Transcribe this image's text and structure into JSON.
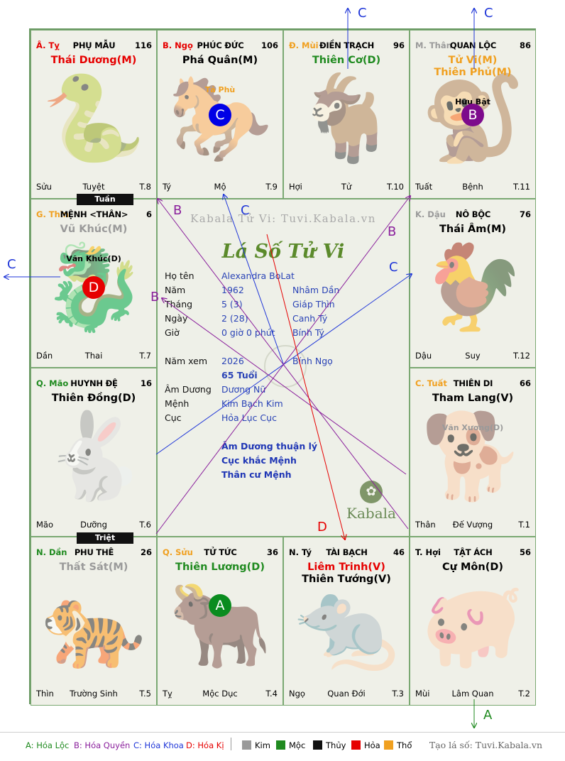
{
  "watermark": "Kabala Tử Vi: Tuvi.Kabala.vn",
  "chart_title": "Lá Số Tử Vi",
  "palaces": [
    {
      "id": "ty",
      "can": "Â. Tỵ",
      "can_color": "#e60000",
      "name": "PHỤ MẪU",
      "num": "116",
      "stars": [
        {
          "text": "Thái Dương(M)",
          "color": "#e60000"
        }
      ],
      "minor": [],
      "foot": [
        "Sửu",
        "Tuyệt",
        "T.8"
      ],
      "animal": "🐍"
    },
    {
      "id": "ngo",
      "can": "B. Ngọ",
      "can_color": "#e60000",
      "name": "PHÚC ĐỨC",
      "num": "106",
      "stars": [
        {
          "text": "Phá Quân(M)",
          "color": "#000000"
        }
      ],
      "minor": [
        {
          "text": "Tả Phù",
          "color": "#f0a020"
        }
      ],
      "circle": {
        "letter": "C",
        "color": "#0000e6"
      },
      "foot": [
        "Tý",
        "Mộ",
        "T.9"
      ],
      "animal": "🐎"
    },
    {
      "id": "mui",
      "can": "Đ. Mùi",
      "can_color": "#f0a020",
      "name": "ĐIỀN TRẠCH",
      "num": "96",
      "stars": [
        {
          "text": "Thiên Cơ(D)",
          "color": "#1f8a1f"
        }
      ],
      "minor": [],
      "foot": [
        "Hợi",
        "Tử",
        "T.10"
      ],
      "animal": "🐐"
    },
    {
      "id": "than",
      "can": "M. Thân",
      "can_color": "#9a9a9a",
      "name": "QUAN LỘC",
      "num": "86",
      "stars": [
        {
          "text": "Tử Vi(M)",
          "color": "#f0a020"
        },
        {
          "text": "Thiên Phủ(M)",
          "color": "#f0a020"
        }
      ],
      "minor": [
        {
          "text": "Hữu Bật",
          "color": "#000000"
        }
      ],
      "circle": {
        "letter": "B",
        "color": "#7d0a8c"
      },
      "foot": [
        "Tuất",
        "Bệnh",
        "T.11"
      ],
      "animal": "🐒"
    },
    {
      "id": "thin",
      "can": "G. Thìn",
      "can_color": "#f0a020",
      "name": "MỆNH <THÂN>",
      "num": "6",
      "stars": [
        {
          "text": "Vũ Khúc(M)",
          "color": "#9a9a9a"
        }
      ],
      "minor": [
        {
          "text": "Văn Khúc(D)",
          "color": "#000000"
        }
      ],
      "circle": {
        "letter": "D",
        "color": "#e60000"
      },
      "foot": [
        "Dần",
        "Thai",
        "T.7"
      ],
      "animal": "🐉"
    },
    {
      "id": "dau",
      "can": "K. Dậu",
      "can_color": "#9a9a9a",
      "name": "NÔ BỘC",
      "num": "76",
      "stars": [
        {
          "text": "Thái Âm(M)",
          "color": "#000000"
        }
      ],
      "minor": [],
      "foot": [
        "Dậu",
        "Suy",
        "T.12"
      ],
      "animal": "🐓"
    },
    {
      "id": "mao",
      "can": "Q. Mão",
      "can_color": "#1f8a1f",
      "name": "HUYNH ĐỆ",
      "num": "16",
      "stars": [
        {
          "text": "Thiên Đồng(D)",
          "color": "#000000"
        }
      ],
      "minor": [],
      "foot": [
        "Mão",
        "Dưỡng",
        "T.6"
      ],
      "animal": "🐇"
    },
    {
      "id": "tuat",
      "can": "C. Tuất",
      "can_color": "#f0a020",
      "name": "THIÊN DI",
      "num": "66",
      "stars": [
        {
          "text": "Tham Lang(V)",
          "color": "#000000"
        }
      ],
      "minor": [
        {
          "text": "Văn Xương(D)",
          "color": "#9a9a9a"
        }
      ],
      "foot": [
        "Thân",
        "Đế Vượng",
        "T.1"
      ],
      "animal": "🐕"
    },
    {
      "id": "dan",
      "can": "N. Dần",
      "can_color": "#1f8a1f",
      "name": "PHU THÊ",
      "num": "26",
      "stars": [
        {
          "text": "Thất Sát(M)",
          "color": "#9a9a9a"
        }
      ],
      "minor": [],
      "foot": [
        "Thìn",
        "Trường Sinh",
        "T.5"
      ],
      "animal": "🐅"
    },
    {
      "id": "suu",
      "can": "Q. Sửu",
      "can_color": "#f0a020",
      "name": "TỬ TỨC",
      "num": "36",
      "stars": [
        {
          "text": "Thiên Lương(D)",
          "color": "#1f8a1f"
        }
      ],
      "minor": [],
      "circle": {
        "letter": "A",
        "color": "#0a8c1f"
      },
      "foot": [
        "Tỵ",
        "Mộc Dục",
        "T.4"
      ],
      "animal": "🐂"
    },
    {
      "id": "ty2",
      "can": "N. Tý",
      "can_color": "#000000",
      "name": "TÀI BẠCH",
      "num": "46",
      "stars": [
        {
          "text": "Liêm Trinh(V)",
          "color": "#e60000"
        },
        {
          "text": "Thiên Tướng(V)",
          "color": "#000000"
        }
      ],
      "minor": [],
      "foot": [
        "Ngọ",
        "Quan Đới",
        "T.3"
      ],
      "animal": "🐀"
    },
    {
      "id": "hoi",
      "can": "T. Hợi",
      "can_color": "#000000",
      "name": "TẬT ÁCH",
      "num": "56",
      "stars": [
        {
          "text": "Cự Môn(D)",
          "color": "#000000"
        }
      ],
      "minor": [],
      "foot": [
        "Mùi",
        "Lâm Quan",
        "T.2"
      ],
      "animal": "🐖"
    }
  ],
  "tags": {
    "tuan": "Tuần",
    "triet": "Triệt"
  },
  "info": [
    {
      "k": "Họ tên",
      "v": "Alexandra BoLat",
      "w": ""
    },
    {
      "k": "Năm",
      "v": "1962",
      "w": "Nhâm Dần"
    },
    {
      "k": "Tháng",
      "v": "5  (3)",
      "w": "Giáp Thìn"
    },
    {
      "k": "Ngày",
      "v": "2  (28)",
      "w": "Canh Tý"
    },
    {
      "k": "Giờ",
      "v": "0 giờ 0 phút",
      "w": "Bính Tý"
    },
    {
      "k": "Năm xem",
      "v": "2026",
      "w": "Bính Ngọ"
    },
    {
      "k": "",
      "v": "65 Tuổi",
      "w": ""
    },
    {
      "k": "Âm Dương",
      "v": "Dương Nữ",
      "w": ""
    },
    {
      "k": "Mệnh",
      "v": "Kim Bạch Kim",
      "w": ""
    },
    {
      "k": "Cục",
      "v": "Hỏa Lục Cục",
      "w": ""
    }
  ],
  "notes": [
    "Âm Dương thuận lý",
    "Cục khắc Mệnh",
    "Thân cư Mệnh"
  ],
  "kabala_logo": "Kabala",
  "arrow_labels": [
    {
      "t": "C",
      "color": "#1f36d8"
    },
    {
      "t": "C",
      "color": "#1f36d8"
    },
    {
      "t": "C",
      "color": "#1f36d8"
    },
    {
      "t": "C",
      "color": "#1f36d8"
    },
    {
      "t": "C",
      "color": "#1f36d8"
    },
    {
      "t": "B",
      "color": "#8a1f9c"
    },
    {
      "t": "B",
      "color": "#8a1f9c"
    },
    {
      "t": "B",
      "color": "#8a1f9c"
    },
    {
      "t": "D",
      "color": "#e60000"
    },
    {
      "t": "A",
      "color": "#1f8a1f"
    }
  ],
  "legend": {
    "a": "A: Hóa Lộc",
    "b": "B: Hóa Quyền",
    "c": "C: Hóa Khoa",
    "d": "D: Hóa Kị",
    "elements": [
      {
        "label": "Kim",
        "color": "#9a9a9a"
      },
      {
        "label": "Mộc",
        "color": "#1f8a1f"
      },
      {
        "label": "Thủy",
        "color": "#111111"
      },
      {
        "label": "Hỏa",
        "color": "#e60000"
      },
      {
        "label": "Thổ",
        "color": "#f0a020"
      }
    ],
    "credit": "Tạo lá số: Tuvi.Kabala.vn"
  }
}
